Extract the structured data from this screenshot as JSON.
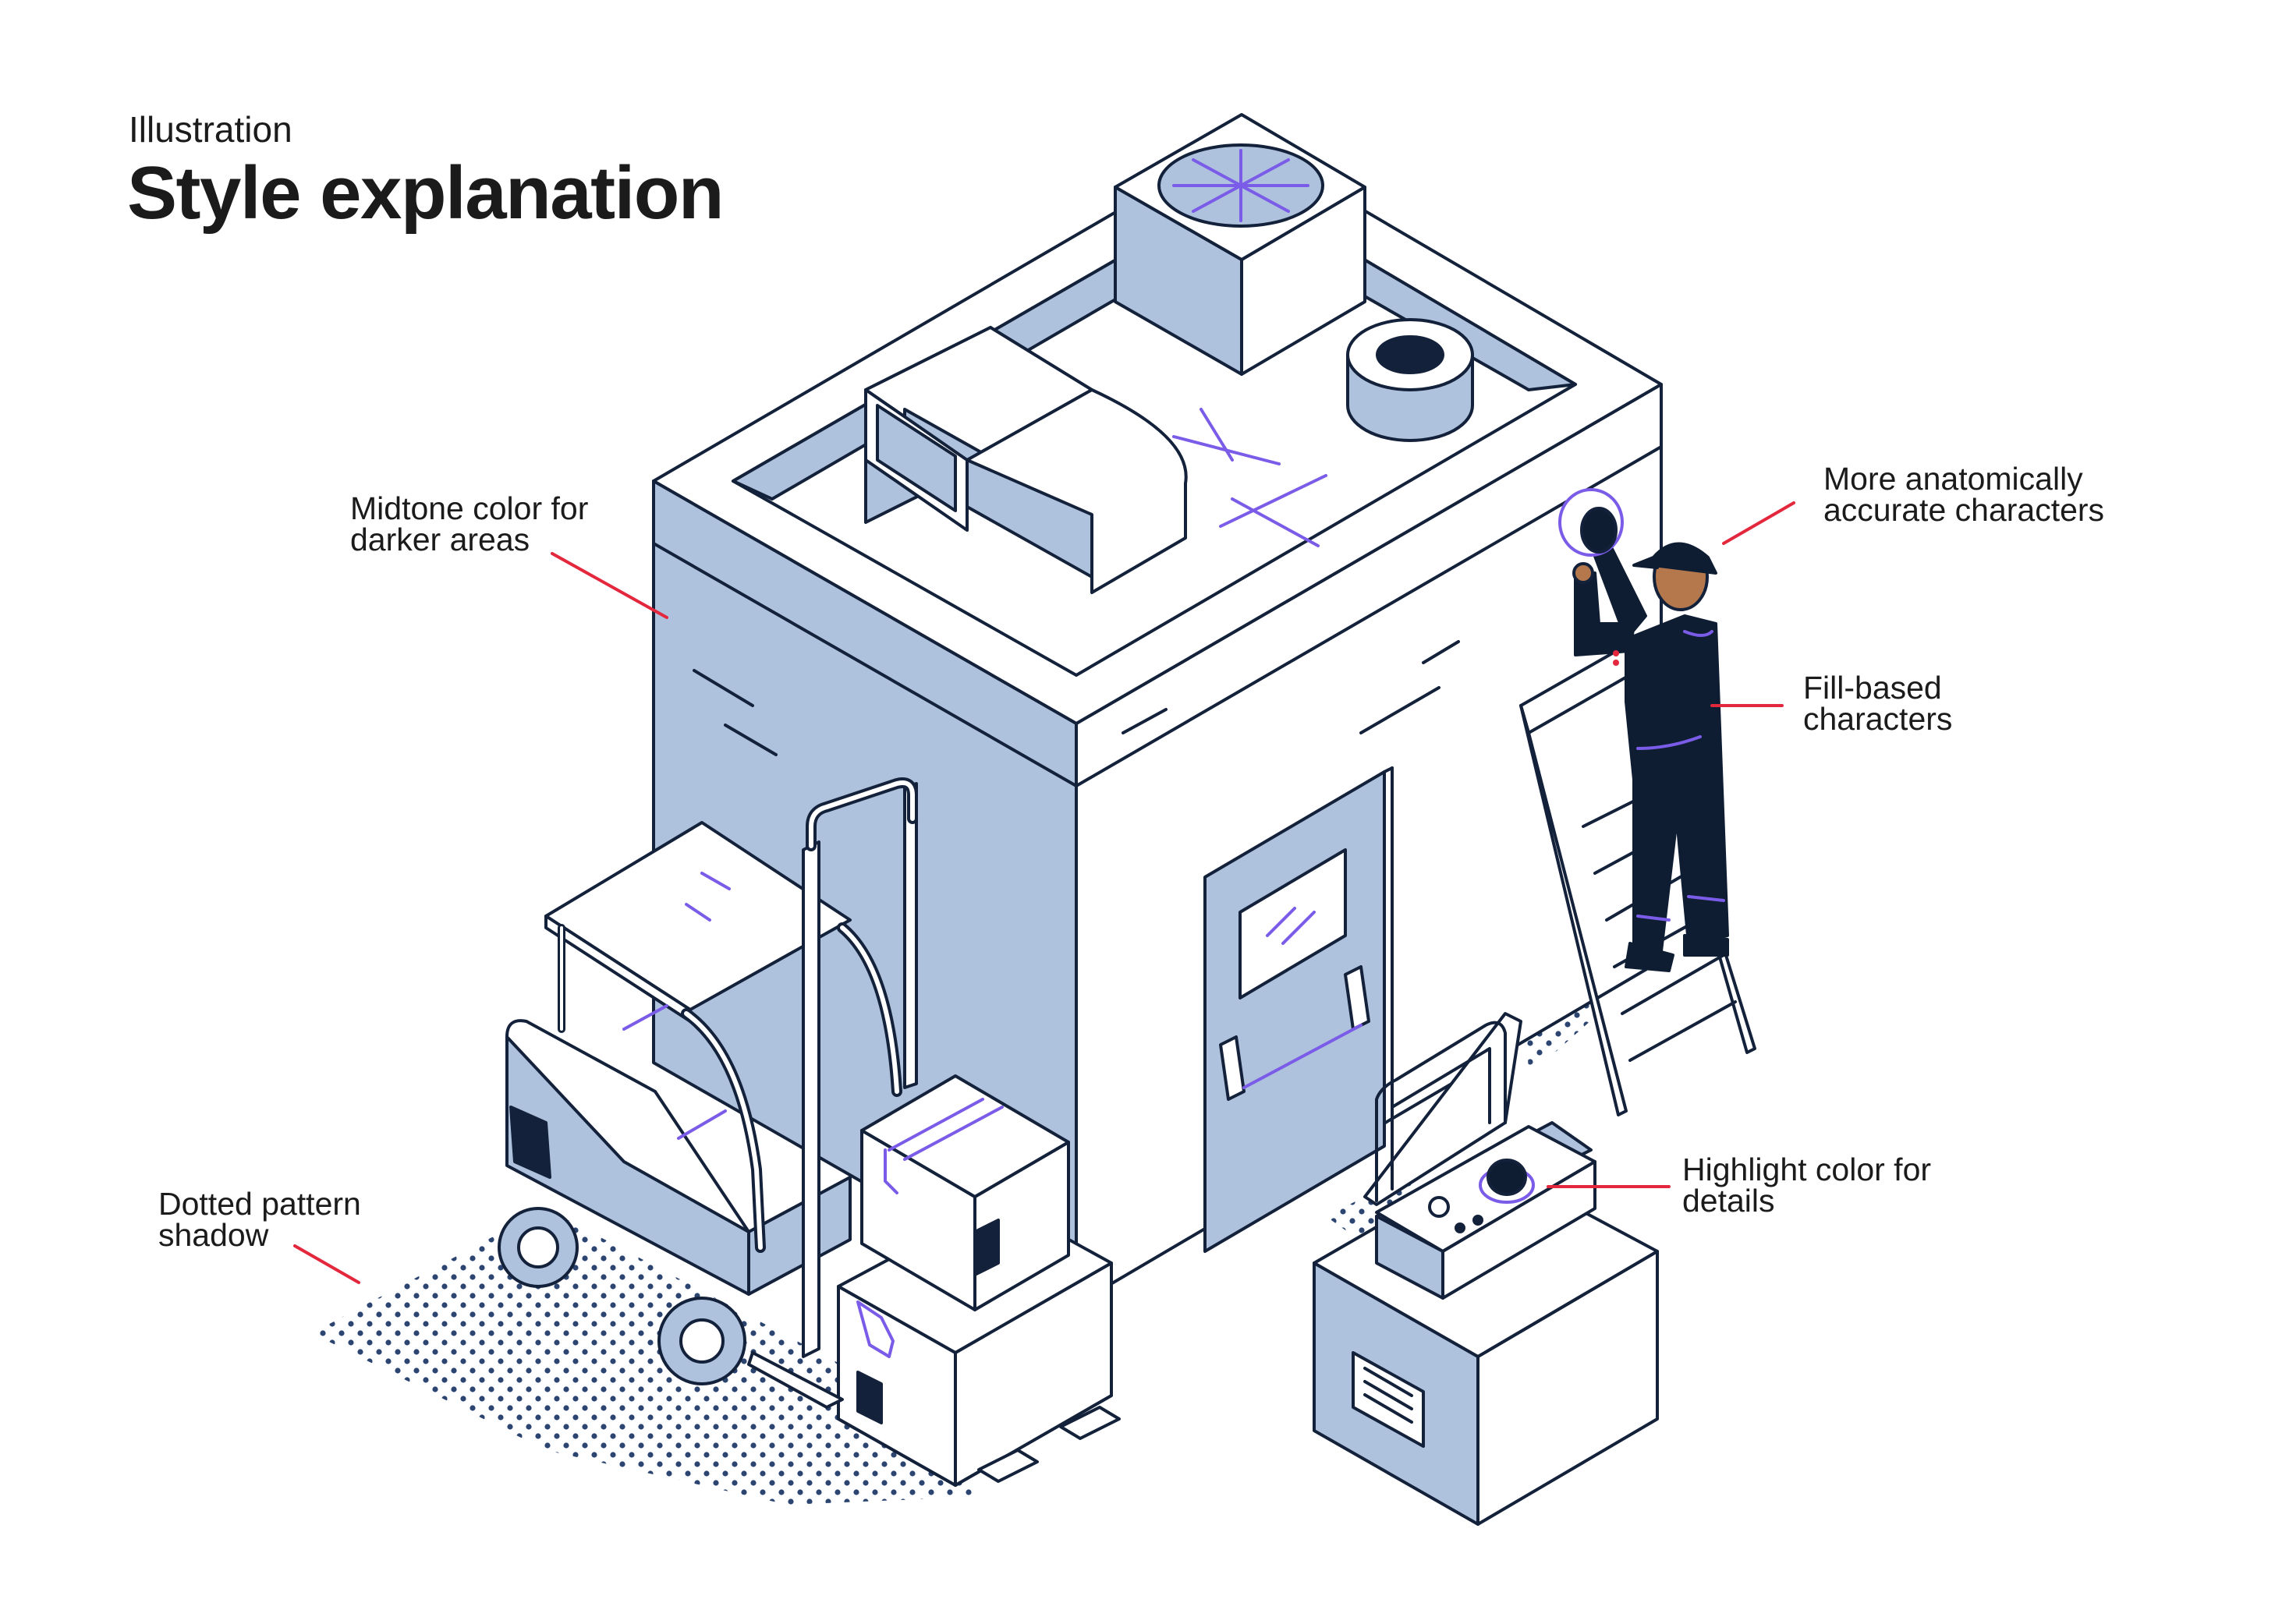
{
  "header": {
    "eyebrow": "Illustration",
    "title": "Style explanation"
  },
  "callouts": {
    "midtone": {
      "line1": "Midtone color for",
      "line2": "darker areas"
    },
    "anatomy": {
      "line1": "More anatomically",
      "line2": "accurate characters"
    },
    "fill": {
      "line1": "Fill-based",
      "line2": "characters"
    },
    "dotted": {
      "line1": "Dotted pattern",
      "line2": "shadow"
    },
    "highlight": {
      "line1": "Highlight color for",
      "line2": "details"
    }
  },
  "colors": {
    "outline": "#13213a",
    "midtone": "#aec2dd",
    "highlight": "#7a5ce8",
    "pointer": "#e3273d",
    "character": "#0f1d33",
    "skin": "#b5784c"
  }
}
